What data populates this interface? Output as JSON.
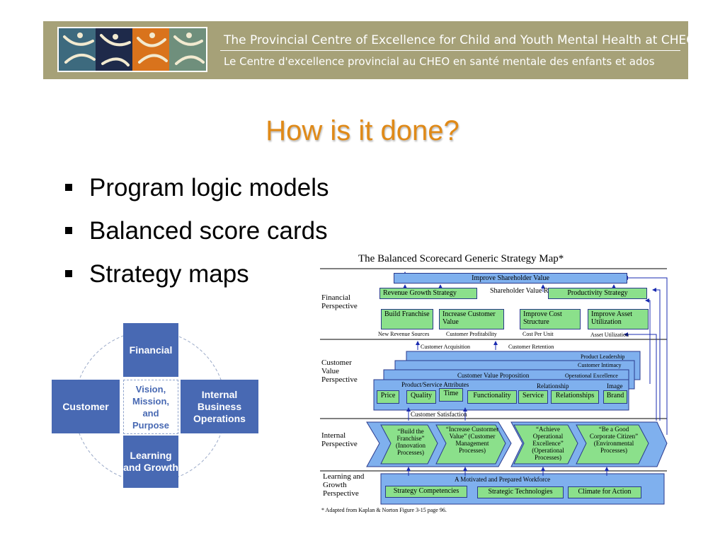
{
  "header": {
    "line1": "The Provincial Centre of Excellence for Child and Youth Mental Health at CHEO",
    "line2": "Le Centre d'excellence provincial au CHEO en santé mentale des enfants et ados",
    "logo_colors": [
      "#3d6a7e",
      "#1e2a4a",
      "#d9731c",
      "#6f8f7c"
    ]
  },
  "title": "How is it done?",
  "bullets": [
    "Program logic models",
    "Balanced score cards",
    "Strategy maps"
  ],
  "bsc": {
    "financial": "Financial",
    "customer": "Customer",
    "internal": "Internal Business Operations",
    "learning": "Learning and Growth",
    "center": "Vision, Mission, and Purpose",
    "box_color": "#4869b3"
  },
  "strategy_map": {
    "title": "The Balanced Scorecard Generic Strategy Map*",
    "perspectives": {
      "financial": "Financial Perspective",
      "customer": "Customer Value Perspective",
      "internal": "Internal Perspective",
      "learning": "Learning and Growth Perspective"
    },
    "improve_shareholder": "Improve Shareholder Value",
    "revenue_growth": "Revenue Growth Strategy",
    "shareholder_roce": "Shareholder Value ROCE",
    "productivity": "Productivity Strategy",
    "build_franchise": "Build Franchise",
    "increase_customer": "Increase Customer Value",
    "improve_cost": "Improve Cost Structure",
    "improve_asset": "Improve Asset Utilization",
    "new_revenue": "New Revenue Sources",
    "customer_profit": "Customer Profitability",
    "cost_per_unit": "Cost Per Unit",
    "asset_util": "Asset Utilization",
    "cust_acq": "Customer Acquisition",
    "cust_ret": "Customer Retention",
    "product_leadership": "Product Leadership",
    "customer_intimacy": "Customer Intimacy",
    "cvp": "Customer Value Proposition",
    "op_excellence": "Operational Excellence",
    "prod_attr": "Product/Service Attributes",
    "relationship": "Relationship",
    "image": "Image",
    "price": "Price",
    "quality": "Quality",
    "time": "Time",
    "functionality": "Functionality",
    "service": "Service",
    "relationships": "Relationships",
    "brand": "Brand",
    "cust_sat": "Customer Satisfaction",
    "build_the_franchise": "“Build the Franchise” (Innovation Processes)",
    "increase_cv": "“Increase Custormer Value” (Customer Management Processes)",
    "achieve_op": "“Achieve Operational Excellence” (Operational Processes)",
    "good_citizen": "“Be a Good Corporate Citizen” (Environmental Processes)",
    "workforce": "A Motivated and Prepared Workforce",
    "strategy_comp": "Strategy Competencies",
    "strategic_tech": "Strategic Technologies",
    "climate": "Climate for Action",
    "footnote": "* Adapted from Kaplan & Norton Figure 3-15 page 96.",
    "green": "#8be08b",
    "blue": "#7fb0ee"
  }
}
